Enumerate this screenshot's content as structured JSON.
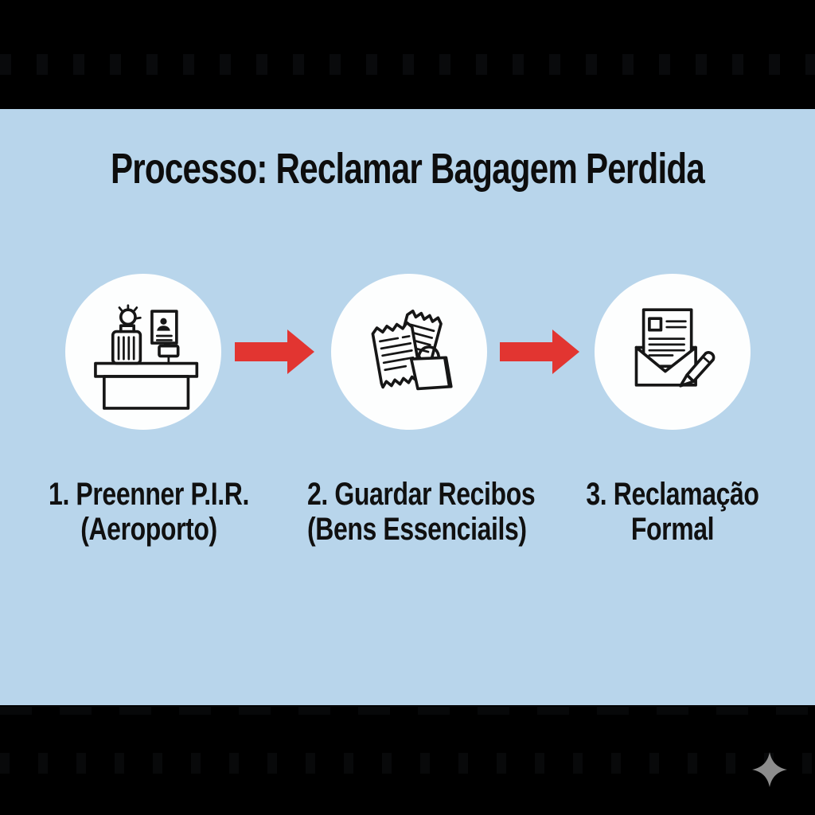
{
  "title": "Processo: Reclamar Bagagem Perdida",
  "steps": [
    {
      "line1": "1. Preenner P.I.R.",
      "line2": "(Aeroporto)",
      "icon": "check-in-desk-icon"
    },
    {
      "line1": "2. Guardar Recibos",
      "line2": "(Bens Essenciails)",
      "icon": "receipts-shopping-bag-icon"
    },
    {
      "line1": "3. Reclamação",
      "line2": "Formal",
      "icon": "envelope-letter-pen-icon"
    }
  ],
  "connectors": [
    {
      "icon": "arrow-right-icon"
    },
    {
      "icon": "arrow-right-icon"
    }
  ],
  "watermark": {
    "icon": "sparkle-icon"
  },
  "colors": {
    "background_blue": "#b8d5eb",
    "bar_black": "#000000",
    "arrow_red": "#e23531",
    "circle_white": "#fdfefe",
    "icon_stroke": "#161616",
    "text_black": "#0d0d0d",
    "sparkle_gray": "#8c8c8c"
  }
}
